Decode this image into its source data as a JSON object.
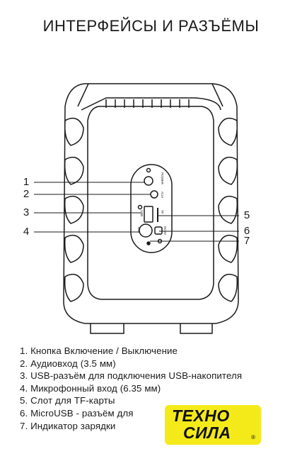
{
  "page": {
    "title": "ИНТЕРФЕЙСЫ И РАЗЪЁМЫ"
  },
  "diagram": {
    "callouts": [
      "1",
      "2",
      "3",
      "4",
      "5",
      "6",
      "7"
    ],
    "panel_labels": {
      "power": "POWER",
      "aux": "AUX",
      "usb": "USB",
      "tf": "TF",
      "mic": "MIC",
      "dc5v": "DC5V"
    }
  },
  "features": [
    "1. Кнопка Включение / Выключение",
    "2. Аудиовход (3.5 мм)",
    "3. USB-разъём для подключения USB-накопителя",
    "4. Микрофонный вход (6.35 мм)",
    "5. Слот для TF-карты",
    "6. MicroUSB - разъём для",
    "7. Индикатор зарядки"
  ],
  "logo": {
    "line1": "ТЕХНО",
    "line2": "СИЛА",
    "mark": "®",
    "colors": {
      "background": "#f4ea1a",
      "text": "#111111"
    }
  }
}
